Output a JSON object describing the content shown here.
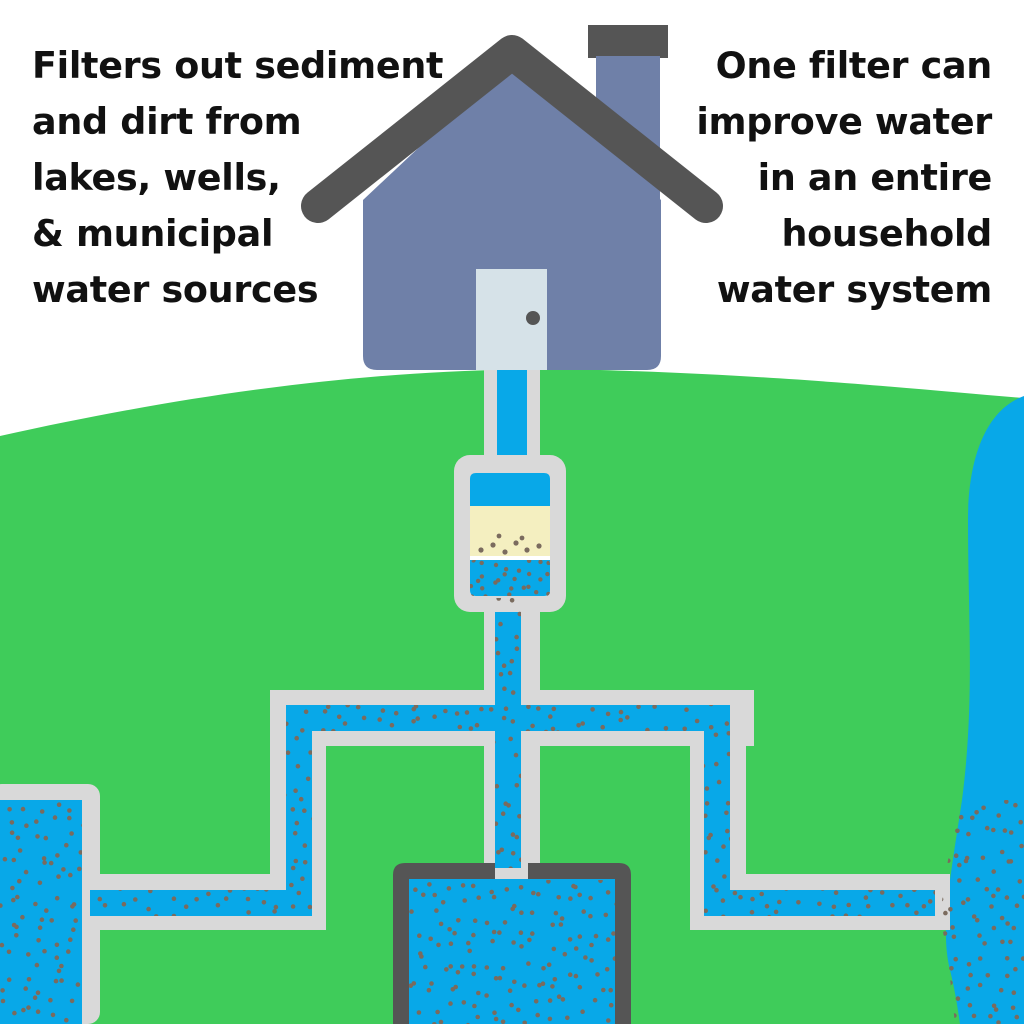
{
  "captions": {
    "left": {
      "lines": [
        "Filters out sediment",
        "and dirt from",
        "lakes, wells,",
        "& municipal",
        "water sources"
      ]
    },
    "right": {
      "lines": [
        "One filter can",
        "improve water",
        "in an entire",
        "household",
        "water system"
      ]
    }
  },
  "colors": {
    "sky": "#ffffff",
    "grass": "#3fcc5a",
    "water": "#08a8e8",
    "pipe_casing": "#d9d9d9",
    "house_wall": "#6f80a8",
    "roof": "#555555",
    "door": "#d6e2e8",
    "sediment": "#7a6b5e",
    "filter_media": "#f4efc0",
    "tank_outline": "#555555"
  },
  "icons": {
    "house": "house-icon",
    "filter": "filter-cartridge-icon",
    "door_knob": "door-knob-icon"
  }
}
